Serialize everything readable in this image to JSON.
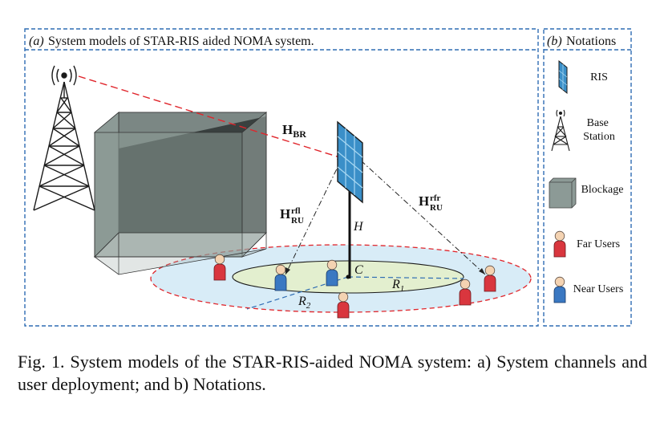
{
  "panel_a": {
    "title_tag": "(a)",
    "title": "System models of STAR-RIS aided NOMA system.",
    "labels": {
      "h_br": "H",
      "h_br_sub": "BR",
      "h_rfl": "H",
      "h_rfl_sup": "rfl",
      "h_rfl_sub": "RU",
      "h_rfr": "H",
      "h_rfr_sup": "rfr",
      "h_rfr_sub": "RU",
      "height": "H",
      "center": "C",
      "r1": "R",
      "r1_sub": "1",
      "r2": "R",
      "r2_sub": "2"
    }
  },
  "panel_b": {
    "title_tag": "(b)",
    "title": "Notations",
    "items": [
      {
        "icon": "ris-icon",
        "label": "RIS"
      },
      {
        "icon": "base-station-icon",
        "label": "Base Station"
      },
      {
        "icon": "blockage-icon",
        "label": "Blockage"
      },
      {
        "icon": "far-user-icon",
        "label": "Far Users"
      },
      {
        "icon": "near-user-icon",
        "label": "Near Users"
      }
    ]
  },
  "colors": {
    "panel_border": "#2f6db3",
    "link_red": "#e0262c",
    "outer_disk": "#d8ecf7",
    "inner_disk": "#e3efcf",
    "blockage_front": "#8c9a96",
    "blockage_dark": "#39403f",
    "ris_blue": "#3a8fc8",
    "far_user": "#d9363e",
    "near_user": "#3a78c2"
  },
  "caption": {
    "text": "Fig. 1.  System models of the STAR-RIS-aided NOMA system: a) System channels and user deployment; and b) Notations."
  }
}
